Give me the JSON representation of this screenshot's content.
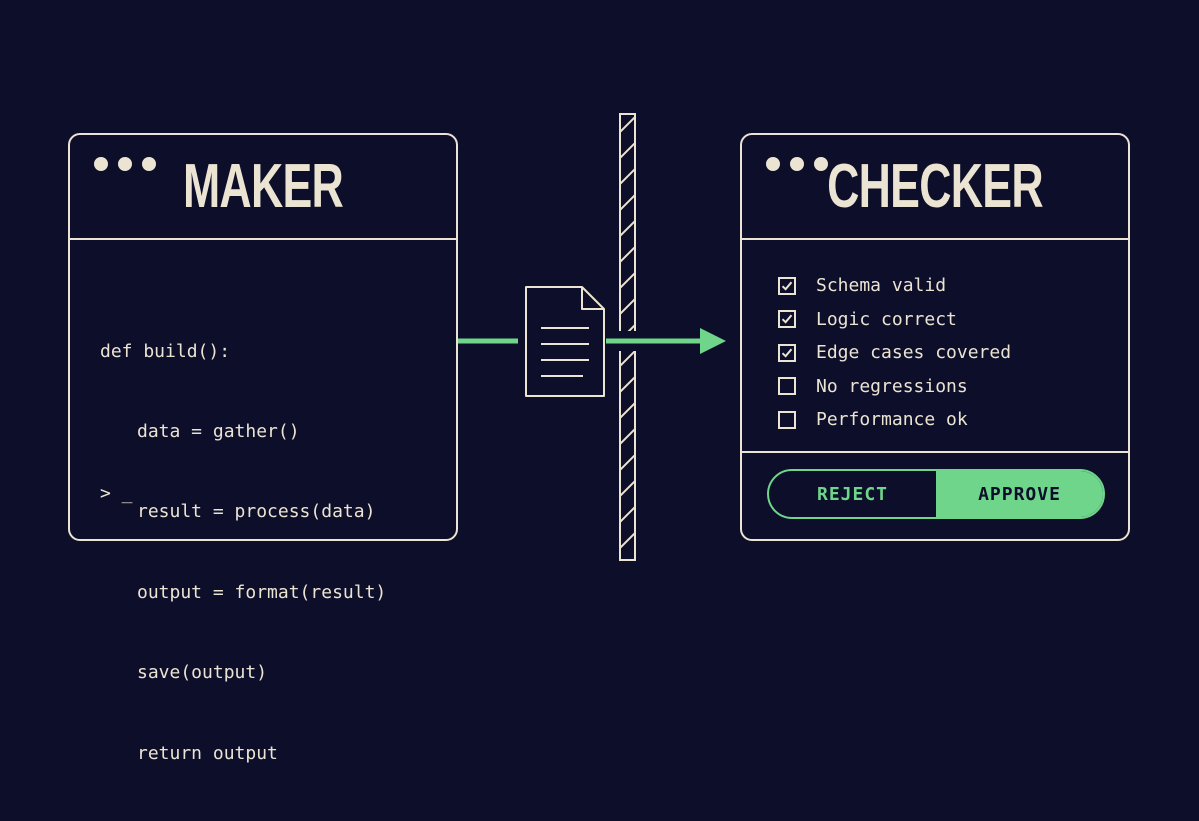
{
  "maker": {
    "title": "MAKER",
    "code": [
      "def build():",
      "data = gather()",
      "result = process(data)",
      "output = format(result)",
      "save(output)",
      "return output"
    ],
    "prompt": "> _"
  },
  "checker": {
    "title": "CHECKER",
    "items": [
      {
        "label": "Schema valid",
        "checked": true
      },
      {
        "label": "Logic correct",
        "checked": true
      },
      {
        "label": "Edge cases covered",
        "checked": true
      },
      {
        "label": "No regressions",
        "checked": false
      },
      {
        "label": "Performance ok",
        "checked": false
      }
    ],
    "reject_label": "REJECT",
    "approve_label": "APPROVE"
  },
  "colors": {
    "background": "#0c0e2a",
    "foreground": "#ece4d2",
    "accent": "#6fd58a"
  },
  "icons": [
    "window-dots-icon",
    "document-icon",
    "arrow-icon",
    "barrier-icon",
    "checkbox-icon"
  ]
}
